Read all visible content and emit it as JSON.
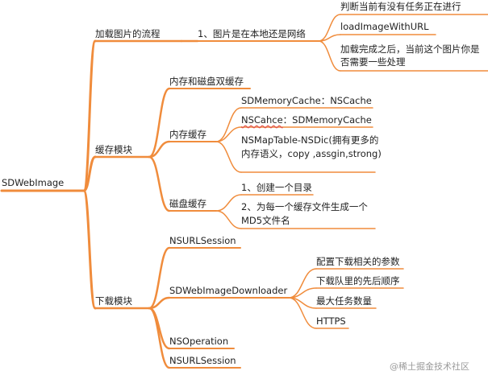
{
  "diagram": {
    "branch_color": "#f08c3c",
    "root": {
      "label": "SDWebImage"
    },
    "branches": [
      {
        "label": "加载图片的流程",
        "children": [
          {
            "label": "1、图片是在本地还是网络",
            "children": [
              {
                "label": "判断当前有没有任务正在进行"
              },
              {
                "label": "loadImageWithURL"
              },
              {
                "label": "加载完成之后，当前这个图片你是否需要一些处理"
              }
            ]
          }
        ]
      },
      {
        "label": "缓存模块",
        "children": [
          {
            "label": "内存和磁盘双缓存"
          },
          {
            "label": "内存缓存",
            "children": [
              {
                "label": "SDMemoryCache：NSCache"
              },
              {
                "label_prefix": "NSCahce",
                "label_suffix": "：SDMemoryCache"
              },
              {
                "label": "NSMapTable-NSDic(拥有更多的内存语义，copy ,assgin,strong)"
              }
            ]
          },
          {
            "label": "磁盘缓存",
            "children": [
              {
                "label": "1、创建一个目录"
              },
              {
                "label": "2、为每一个缓存文件生成一个MD5文件名"
              }
            ]
          }
        ]
      },
      {
        "label": "下载模块",
        "children": [
          {
            "label": "NSURLSession"
          },
          {
            "label": "SDWebImageDownloader",
            "children": [
              {
                "label": "配置下载相关的参数"
              },
              {
                "label": "下载队里的先后顺序"
              },
              {
                "label": "最大任务数量"
              },
              {
                "label": "HTTPS"
              }
            ]
          },
          {
            "label": "NSOperation"
          },
          {
            "label": "NSURLSession"
          }
        ]
      }
    ]
  },
  "watermark": {
    "text": "@稀土掘金技术社区"
  }
}
